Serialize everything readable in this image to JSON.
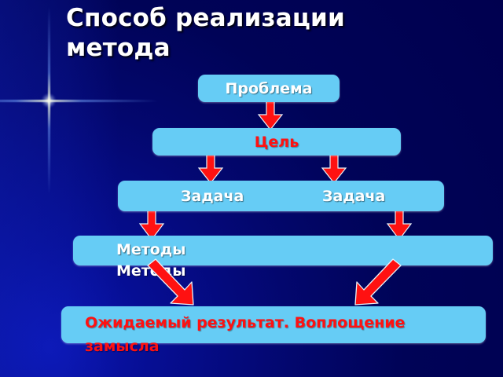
{
  "slide": {
    "title": "Способ реализации\nметода",
    "background": {
      "color_top_right": "#000060",
      "color_bottom_left": "#0a14b0"
    },
    "decoration": {
      "sparkle": "star-sparkle"
    }
  },
  "boxes": [
    {
      "id": "problema",
      "label": "Проблема",
      "text_color": "#ffffff",
      "fill": "#66ccf5"
    },
    {
      "id": "tsel",
      "label": "Цель",
      "text_color": "#ff1111",
      "fill": "#66ccf5"
    },
    {
      "id": "zadacha1",
      "label": "Задача",
      "text_color": "#ffffff",
      "fill": "#66ccf5"
    },
    {
      "id": "zadacha2",
      "label": "Задача",
      "text_color": "#ffffff",
      "fill": "#66ccf5"
    },
    {
      "id": "metody",
      "label": "Методы\nМетоды",
      "text_color": "#ffffff",
      "fill": "#66ccf5"
    },
    {
      "id": "result",
      "label": "Ожидаемый результат. Воплощение замысла",
      "text_color": "#ff1111",
      "fill": "#66ccf5"
    }
  ],
  "connectors": {
    "color": "#ff1111",
    "outline": "#dfeaf5",
    "items": [
      {
        "name": "problema-to-tsel",
        "direction": "down"
      },
      {
        "name": "tsel-to-zadacha1",
        "direction": "down"
      },
      {
        "name": "tsel-to-zadacha2",
        "direction": "down"
      },
      {
        "name": "zadacha1-to-metody",
        "direction": "down"
      },
      {
        "name": "zadacha2-to-metody",
        "direction": "down"
      },
      {
        "name": "metody-to-result-left",
        "direction": "down-right"
      },
      {
        "name": "metody-to-result-right",
        "direction": "down-left"
      }
    ]
  }
}
